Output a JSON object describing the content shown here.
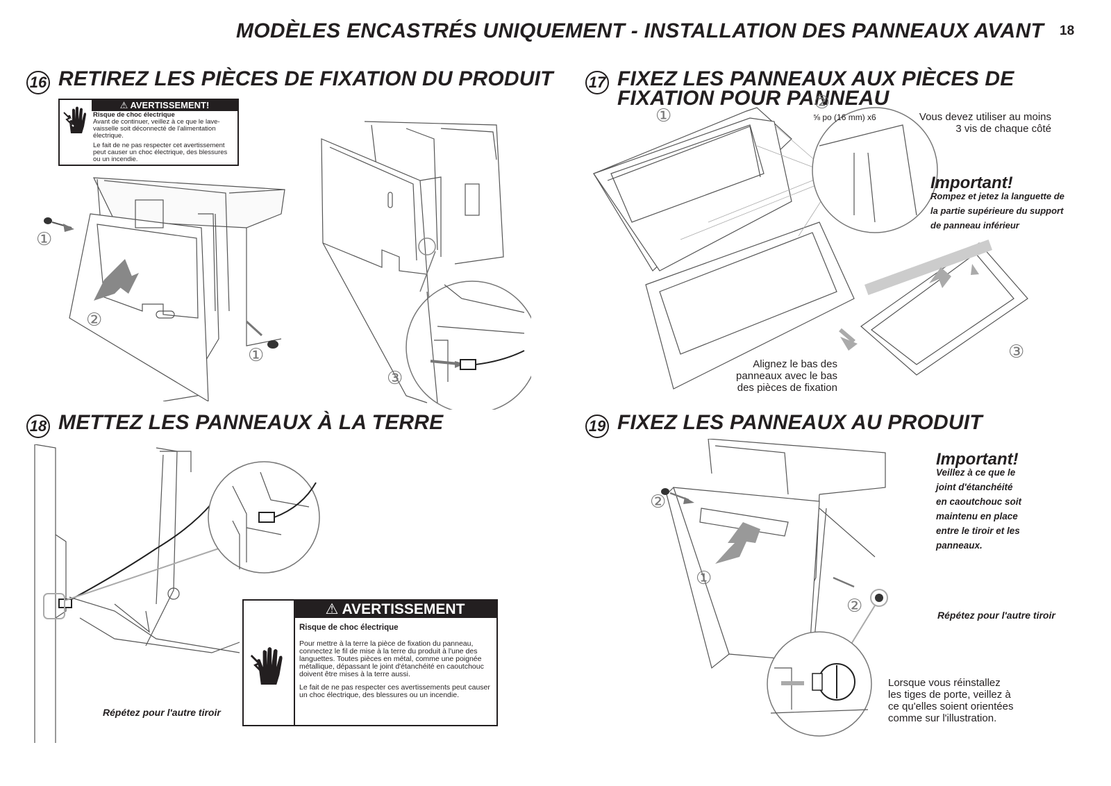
{
  "page": {
    "title": "MODÈLES ENCASTRÉS UNIQUEMENT - INSTALLATION DES PANNEAUX AVANT",
    "number": "18"
  },
  "steps": [
    {
      "num": "16",
      "title": "RETIREZ LES PIÈCES DE FIXATION DU PRODUIT"
    },
    {
      "num": "17",
      "title": "FIXEZ LES PANNEAUX AUX PIÈCES DE FIXATION POUR PANNEAU"
    },
    {
      "num": "18",
      "title": "METTEZ LES PANNEAUX À LA TERRE"
    },
    {
      "num": "19",
      "title": "FIXEZ LES PANNEAUX AU PRODUIT"
    }
  ],
  "warning_small": {
    "title": "AVERTISSEMENT!",
    "heading": "Risque de choc électrique",
    "text1": "Avant de continuer, veillez à ce que le lave-vaisselle soit déconnecté de l'alimentation électrique.",
    "text2": "Le fait de ne pas respecter cet avertissement peut causer un choc électrique, des blessures ou un incendie."
  },
  "warning_big": {
    "title": "AVERTISSEMENT",
    "heading": "Risque de choc électrique",
    "text1": "Pour mettre à la terre la pièce de fixation du panneau, connectez le fil de mise à la terre du produit à l'une des languettes. Toutes pièces en métal, comme une poignée métallique, dépassant le joint d'étanchéité en caoutchouc doivent être mises à la terre aussi.",
    "text2": "Le fait de ne pas respecter ces avertissements peut causer un choc électrique, des blessures ou un incendie."
  },
  "callouts": {
    "one": "①",
    "two": "②",
    "three": "③"
  },
  "step17": {
    "screw_spec": "⅝ po (16 mm) x6",
    "screw_note_l1": "Vous devez utiliser au moins",
    "screw_note_l2": "3 vis de chaque côté",
    "important_title": "Important!",
    "important_l1": "Rompez et jetez la languette de",
    "important_l2": "la partie supérieure du support",
    "important_l3": "de panneau inférieur",
    "align_l1": "Alignez le bas des",
    "align_l2": "panneaux  avec le bas",
    "align_l3": "des pièces de fixation"
  },
  "step18": {
    "repeat": "Répétez pour l'autre tiroir"
  },
  "step19": {
    "important_title": "Important!",
    "important_l1": "Veillez à ce que le",
    "important_l2": "joint d'étanchéité",
    "important_l3": "en caoutchouc soit",
    "important_l4": "maintenu en place",
    "important_l5": "entre le tiroir et les",
    "important_l6": "panneaux.",
    "repeat": "Répétez pour l'autre tiroir",
    "pin_l1": "Lorsque vous réinstallez",
    "pin_l2": "les tiges de porte, veillez à",
    "pin_l3": "ce qu'elles soient orientées",
    "pin_l4": "comme sur l'illustration."
  }
}
